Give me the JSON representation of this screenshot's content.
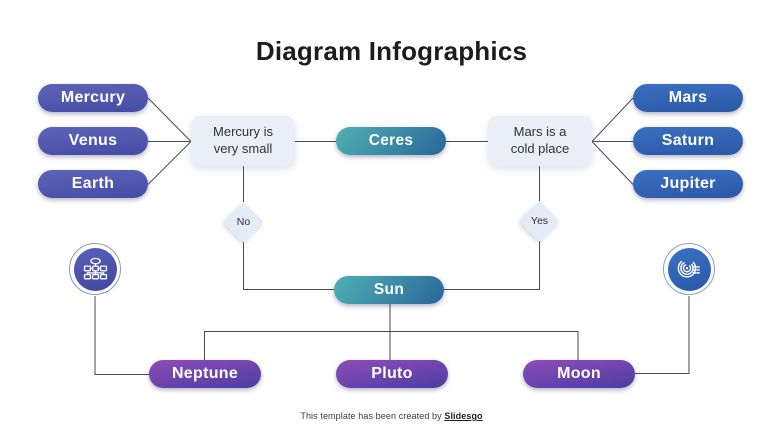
{
  "title": "Diagram Infographics",
  "left_column": {
    "items": [
      "Mercury",
      "Venus",
      "Earth"
    ]
  },
  "right_column": {
    "items": [
      "Mars",
      "Saturn",
      "Jupiter"
    ]
  },
  "bottom_row": {
    "items": [
      "Neptune",
      "Pluto",
      "Moon"
    ]
  },
  "flow": {
    "ceres_label": "Ceres",
    "sun_label": "Sun",
    "left_box": {
      "line1": "Mercury is",
      "line2": "very small"
    },
    "right_box": {
      "line1": "Mars is a",
      "line2": "cold place"
    },
    "no_label": "No",
    "yes_label": "Yes"
  },
  "icons": {
    "left": "flowchart-icon",
    "right": "fingerprint-scan-icon"
  },
  "footer": {
    "prefix": "This template has been created by",
    "brand": "Slidesgo"
  },
  "colors": {
    "left_pill_top": "#5d64b7",
    "left_pill_bottom": "#454ca5",
    "right_pill_top": "#3a70c2",
    "right_pill_bottom": "#2b58a5",
    "teal_pill_start": "#4fb1b2",
    "teal_pill_end": "#29669a",
    "bottom_pill_top": "#8f4cb8",
    "bottom_pill_bottom": "#4a3ea1",
    "box_background": "#e9eef9",
    "diamond_background": "#e4ecf8",
    "connector_line": "#4a4a4a",
    "title_text": "#1c1c1c",
    "slide_background": "#ffffff"
  }
}
